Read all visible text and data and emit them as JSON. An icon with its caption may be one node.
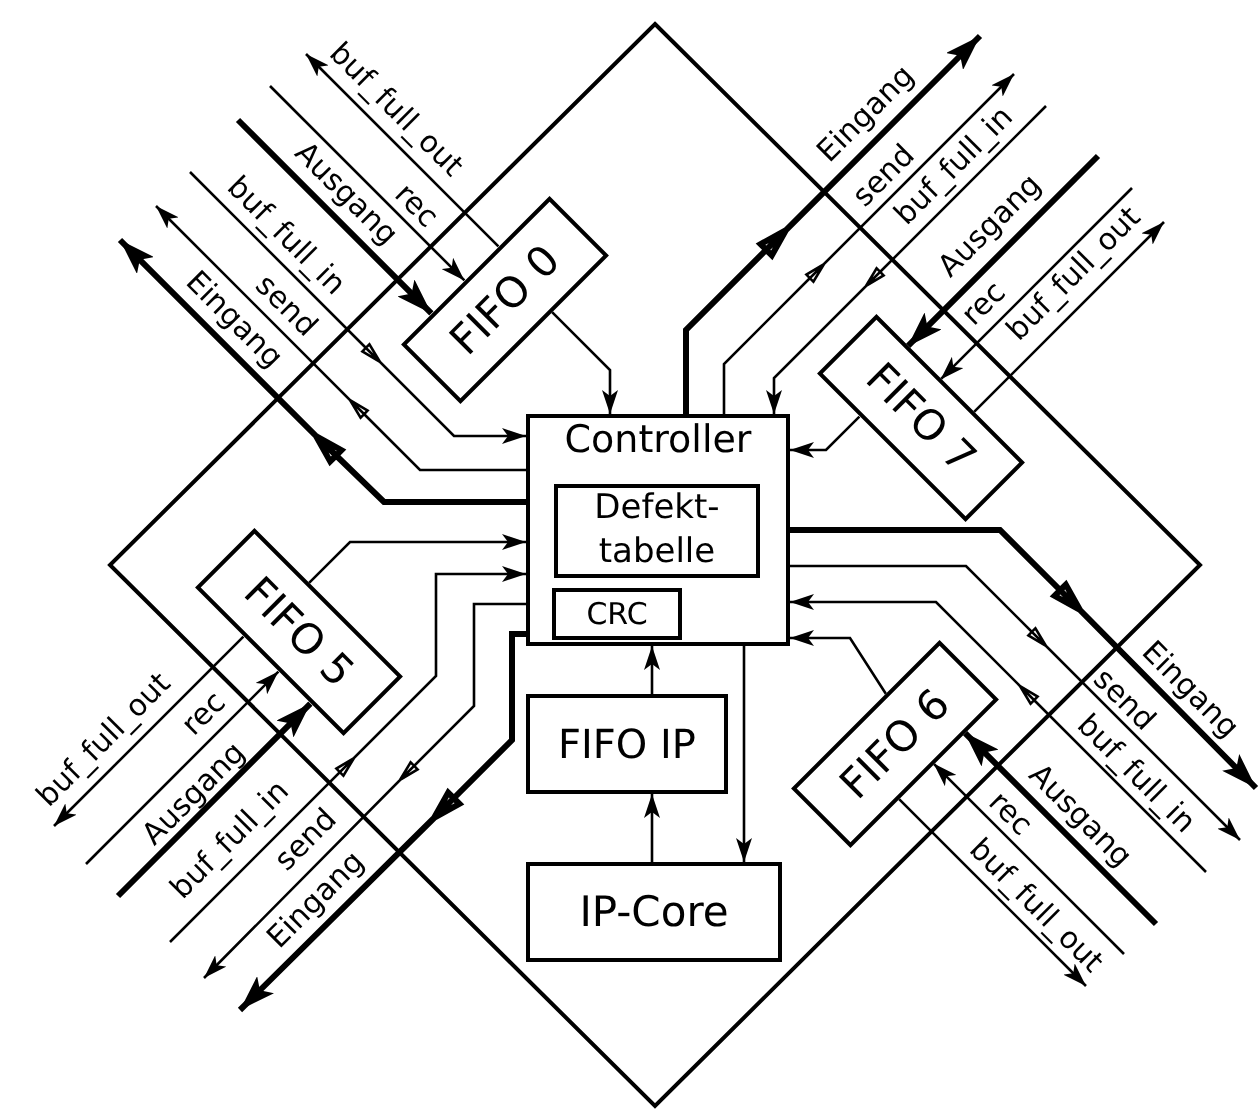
{
  "diagram": {
    "nodes": [
      {
        "text": [],
        "shape": "diamond"
      },
      {
        "text": [
          "FIFO 0"
        ],
        "in": 0
      },
      {
        "text": [
          "Controller"
        ],
        "in": 0
      },
      {
        "text": [
          "Defekt- tabelle"
        ],
        "in": 2
      },
      {
        "text": [
          "CRC"
        ],
        "in": 2
      },
      {
        "text": [
          "FIFO 7"
        ],
        "in": 0
      },
      {
        "text": [
          "FIFO 5"
        ],
        "in": 0
      },
      {
        "text": [
          "FIFO 6"
        ],
        "in": 0
      },
      {
        "text": [
          "FIFO IP"
        ],
        "in": 0
      },
      {
        "text": [
          "IP-Core"
        ],
        "in": 0
      }
    ],
    "edges": [
      {
        "from": 1,
        "to": null,
        "arrow": "to",
        "label": "buf_full_out"
      },
      {
        "from": null,
        "to": 1,
        "arrow": "to",
        "label": "rec"
      },
      {
        "from": null,
        "to": 1,
        "arrow": "to",
        "label": "Ausgang",
        "style": "thick"
      },
      {
        "from": null,
        "to": 2,
        "arrow": "to",
        "label": "buf_full_in"
      },
      {
        "from": 2,
        "to": null,
        "arrow": "to",
        "label": "send"
      },
      {
        "from": 2,
        "to": null,
        "arrow": "to",
        "label": "Eingang",
        "style": "thick"
      },
      {
        "from": 1,
        "to": 2,
        "arrow": "to"
      },
      {
        "from": 2,
        "to": null,
        "arrow": "to",
        "label": "Eingang",
        "style": "thick"
      },
      {
        "from": 2,
        "to": null,
        "arrow": "to",
        "label": "send"
      },
      {
        "from": null,
        "to": 2,
        "arrow": "to",
        "label": "buf_full_in"
      },
      {
        "from": null,
        "to": 5,
        "arrow": "to",
        "label": "Ausgang",
        "style": "thick"
      },
      {
        "from": null,
        "to": 5,
        "arrow": "to",
        "label": "rec"
      },
      {
        "from": 5,
        "to": null,
        "arrow": "to",
        "label": "buf_full_out"
      },
      {
        "from": 5,
        "to": 2,
        "arrow": "to"
      },
      {
        "from": 6,
        "to": 2,
        "arrow": "to"
      },
      {
        "from": 6,
        "to": null,
        "arrow": "to",
        "label": "buf_full_out"
      },
      {
        "from": null,
        "to": 6,
        "arrow": "to",
        "label": "rec"
      },
      {
        "from": null,
        "to": 6,
        "arrow": "to",
        "label": "Ausgang",
        "style": "thick"
      },
      {
        "from": null,
        "to": 2,
        "arrow": "to",
        "label": "buf_full_in"
      },
      {
        "from": 2,
        "to": null,
        "arrow": "to",
        "label": "send"
      },
      {
        "from": 2,
        "to": null,
        "arrow": "to",
        "label": "Eingang",
        "style": "thick"
      },
      {
        "from": 2,
        "to": null,
        "arrow": "to",
        "label": "Eingang",
        "style": "thick"
      },
      {
        "from": 2,
        "to": null,
        "arrow": "to",
        "label": "send"
      },
      {
        "from": null,
        "to": 2,
        "arrow": "to",
        "label": "buf_full_in"
      },
      {
        "from": null,
        "to": 7,
        "arrow": "to",
        "label": "Ausgang",
        "style": "thick"
      },
      {
        "from": null,
        "to": 7,
        "arrow": "to",
        "label": "rec"
      },
      {
        "from": 7,
        "to": null,
        "arrow": "to",
        "label": "buf_full_out"
      },
      {
        "from": 7,
        "to": 2,
        "arrow": "to"
      },
      {
        "from": 8,
        "to": 2,
        "arrow": "to"
      },
      {
        "from": 9,
        "to": 8,
        "arrow": "to"
      },
      {
        "from": 2,
        "to": 9,
        "arrow": "to"
      }
    ]
  }
}
